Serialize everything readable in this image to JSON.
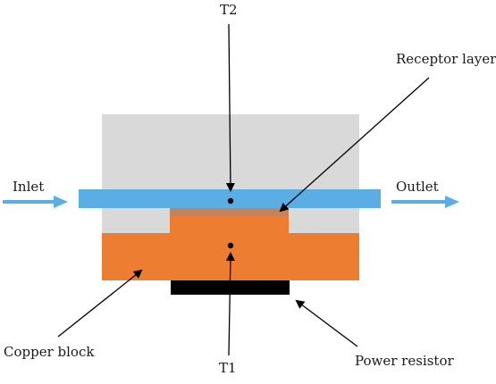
{
  "labels": {
    "t2": "T2",
    "t1": "T1",
    "receptor_layer": "Receptor layer",
    "inlet": "Inlet",
    "outlet": "Outlet",
    "copper_block": "Copper block",
    "power_resistor": "Power resistor"
  },
  "colors": {
    "housing": "#d9d9d9",
    "channel": "#5aaee3",
    "flow_arrow": "#5aaee3",
    "copper": "#ed7d31",
    "receptor": "#c0855f",
    "resistor": "#000000",
    "leader": "#000000"
  }
}
